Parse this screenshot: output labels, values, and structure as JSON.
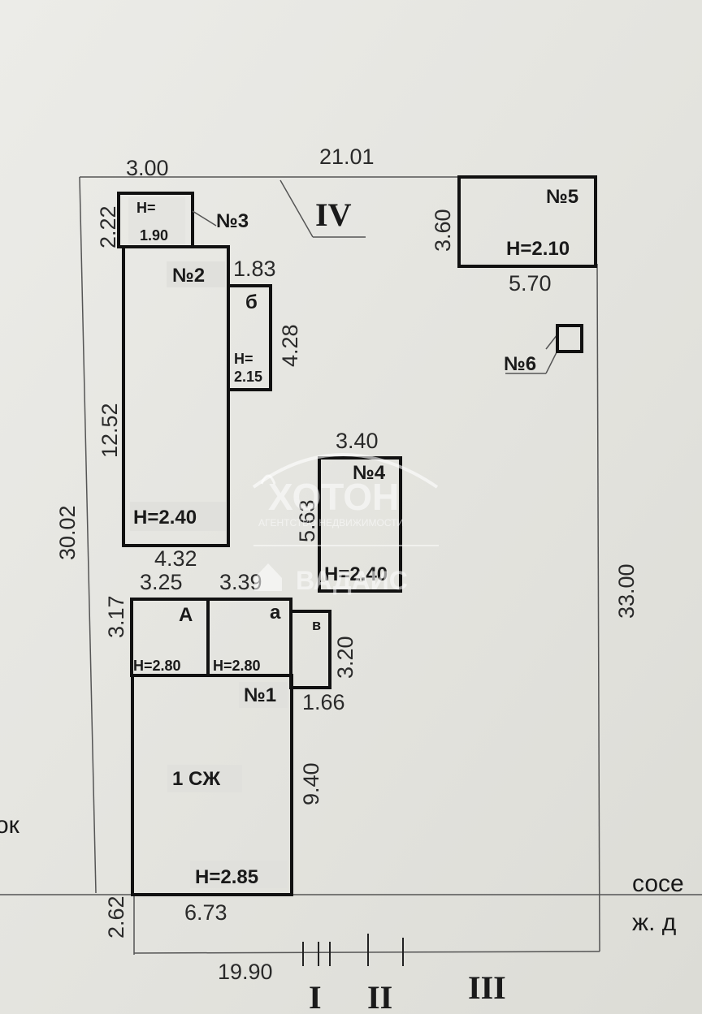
{
  "plot": {
    "dims": {
      "top_left": "3.00",
      "top": "21.01",
      "left": "30.02",
      "right": "33.00",
      "bottom_small": "2.62",
      "bottom": "19.90"
    },
    "zones": [
      "I",
      "II",
      "III",
      "IV"
    ]
  },
  "buildings": {
    "b3": {
      "label": "№3",
      "height": "Н=\n1.90",
      "width": "2.22"
    },
    "b2": {
      "label": "№2",
      "height": "Н=2.40",
      "length": "12.52",
      "width": "4.32"
    },
    "b_b": {
      "label": "б",
      "height": "Н=\n2.15",
      "width": "1.83",
      "length": "4.28"
    },
    "b5": {
      "label": "№5",
      "height": "Н=2.10",
      "depth": "3.60",
      "width": "5.70"
    },
    "b6": {
      "label": "№6"
    },
    "b4": {
      "label": "№4",
      "height": "Н=2.40",
      "width": "3.40",
      "length": "5.63"
    },
    "A": {
      "label": "А",
      "height": "Н=2.80",
      "width": "3.25",
      "depth": "3.17"
    },
    "a": {
      "label": "а",
      "height": "Н=2.80",
      "width": "3.39"
    },
    "v": {
      "label": "в",
      "width": "1.66",
      "length": "3.20"
    },
    "b1": {
      "label": "№1",
      "type": "1 СЖ",
      "height": "Н=2.85",
      "width": "6.73",
      "length": "9.40"
    }
  },
  "edge_text": {
    "left": "ок",
    "right_line1": "сосе",
    "right_line2": "ж. д"
  },
  "watermark": {
    "brand": "ХОТОН",
    "tagline": "АГЕНТСТВО НЕДВИЖИМОСТИ",
    "partner": "ВАДАИС"
  }
}
